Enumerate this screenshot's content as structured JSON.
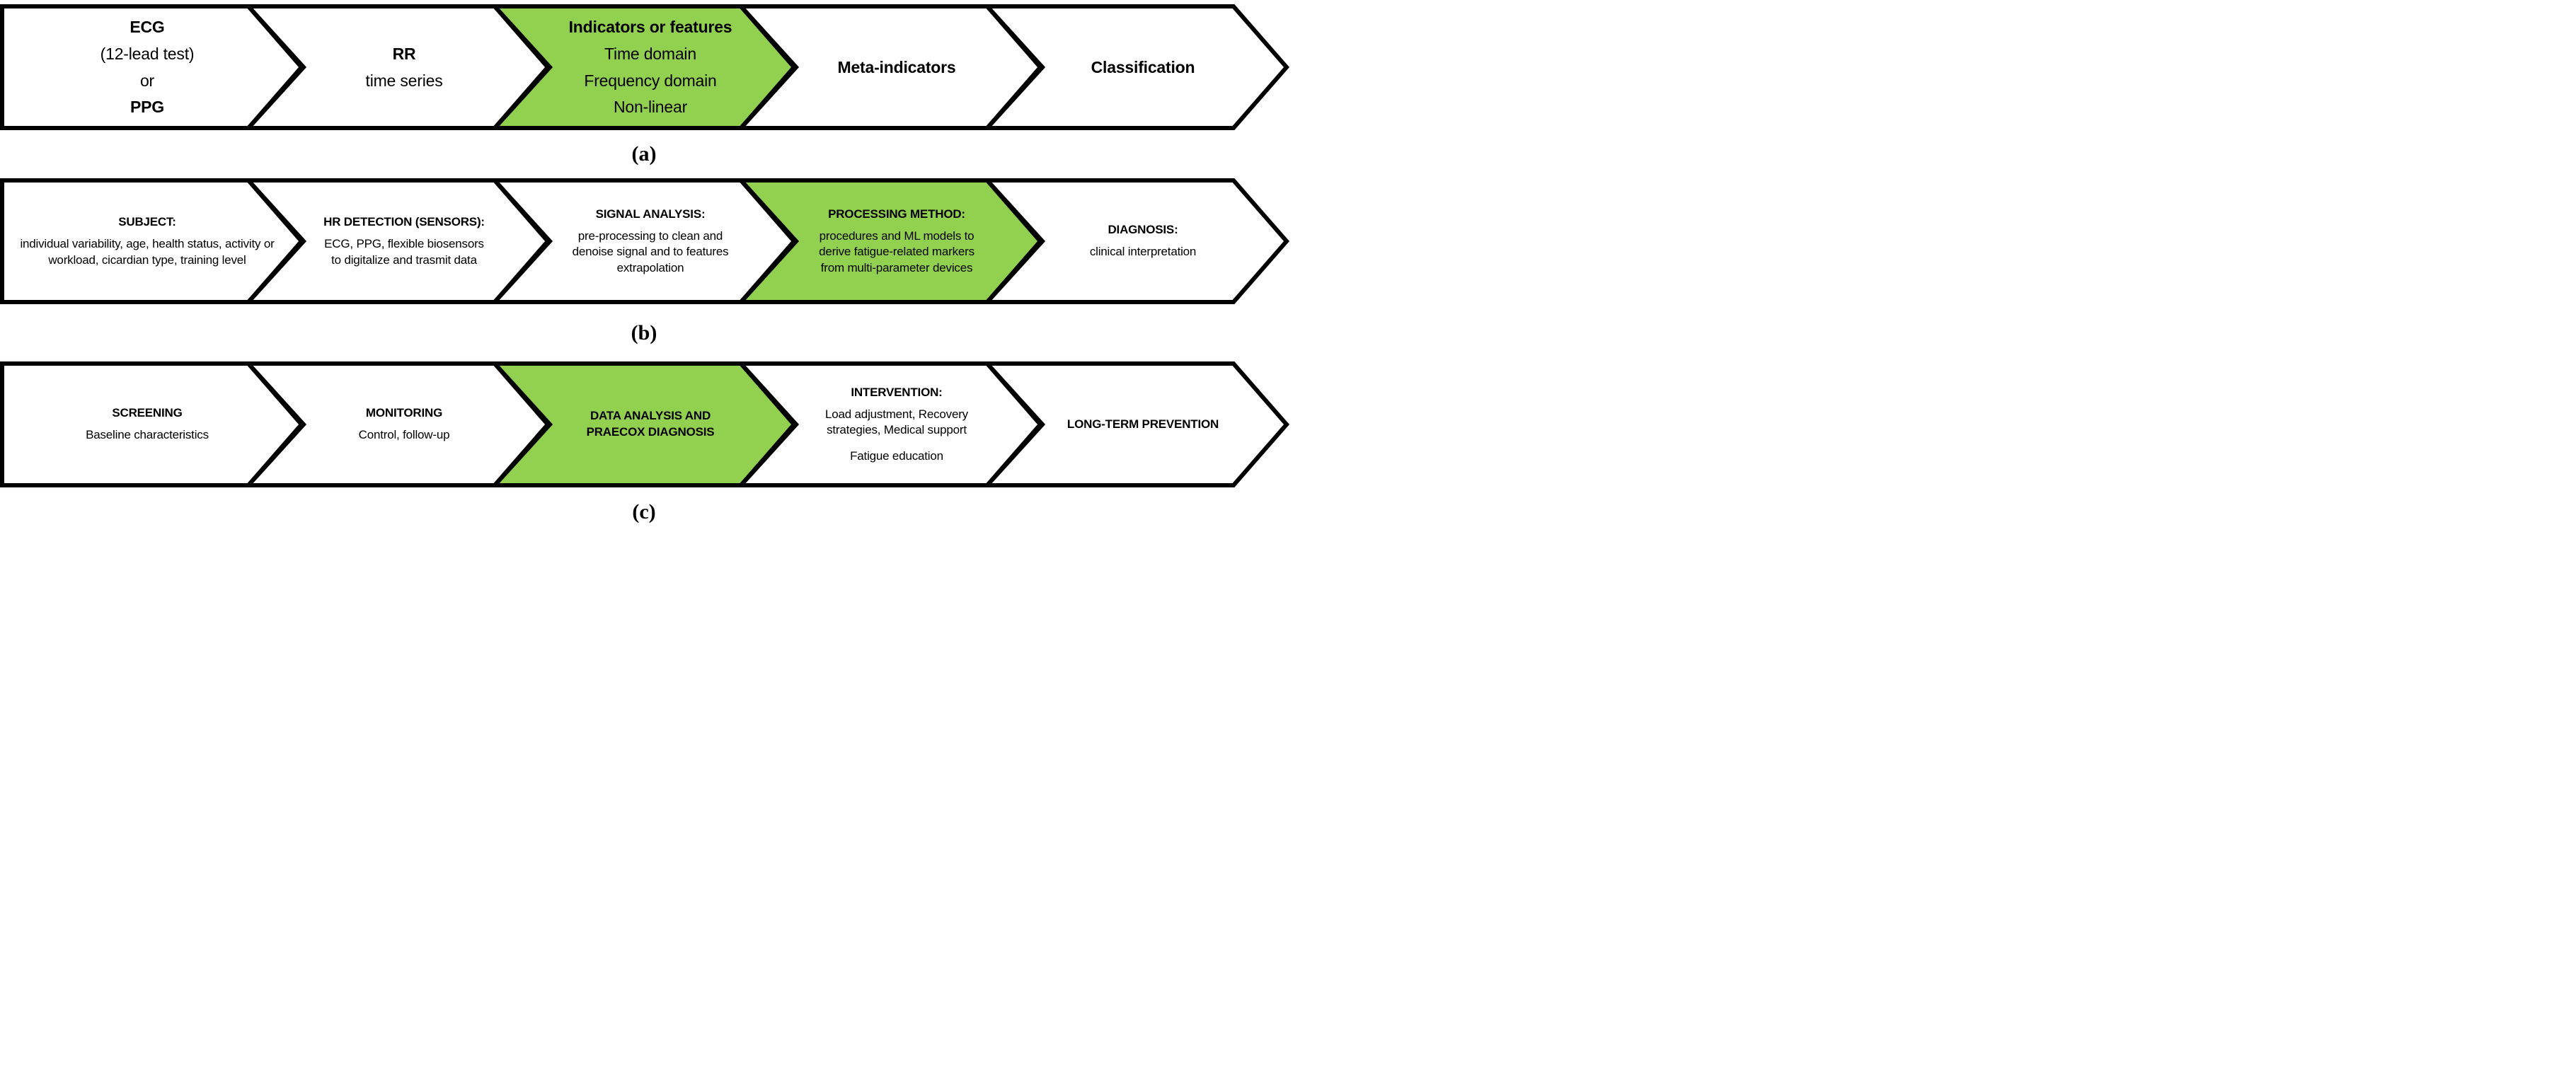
{
  "colors": {
    "accent_green": "#92d050",
    "step_white": "#ffffff",
    "outline": "#000000"
  },
  "rows": [
    {
      "label": "(a)",
      "steps": [
        {
          "fill": "#ffffff",
          "lines": [
            {
              "t": "ECG"
            },
            {
              "t": "(12-lead test)"
            },
            {
              "t": "or"
            },
            {
              "t": "PPG"
            }
          ]
        },
        {
          "fill": "#ffffff",
          "lines": [
            {
              "t": "RR"
            },
            {
              "t": "time series"
            }
          ]
        },
        {
          "fill": "#92d050",
          "lines": [
            {
              "t": "Indicators or features"
            },
            {
              "t": "Time domain"
            },
            {
              "t": "Frequency domain"
            },
            {
              "t": "Non-linear"
            }
          ]
        },
        {
          "fill": "#ffffff",
          "lines": [
            {
              "t": "Meta-indicators"
            }
          ]
        },
        {
          "fill": "#ffffff",
          "lines": [
            {
              "t": "Classification"
            }
          ]
        }
      ]
    },
    {
      "label": "(b)",
      "steps": [
        {
          "fill": "#ffffff",
          "heading": "SUBJECT:",
          "body": "individual variability, age, health status, activity or workload, cicardian type, training level"
        },
        {
          "fill": "#ffffff",
          "heading": "HR DETECTION (SENSORS):",
          "body": "ECG, PPG, flexible biosensors to digitalize and trasmit data"
        },
        {
          "fill": "#ffffff",
          "heading": "SIGNAL ANALYSIS:",
          "body": "pre-processing to clean and denoise signal and to features extrapolation"
        },
        {
          "fill": "#92d050",
          "heading": "PROCESSING METHOD:",
          "body": "procedures and ML models to derive fatigue-related markers from multi-parameter devices"
        },
        {
          "fill": "#ffffff",
          "heading": "DIAGNOSIS:",
          "body": "clinical interpretation"
        }
      ]
    },
    {
      "label": "(c)",
      "steps": [
        {
          "fill": "#ffffff",
          "heading": "SCREENING",
          "body": "Baseline characteristics"
        },
        {
          "fill": "#ffffff",
          "heading": "MONITORING",
          "body": "Control, follow-up"
        },
        {
          "fill": "#92d050",
          "heading": "DATA ANALYSIS AND PRAECOX DIAGNOSIS"
        },
        {
          "fill": "#ffffff",
          "heading": "INTERVENTION:",
          "body": "Load adjustment, Recovery strategies, Medical support",
          "body2": "Fatigue education"
        },
        {
          "fill": "#ffffff",
          "heading": "LONG-TERM PREVENTION"
        }
      ]
    }
  ]
}
